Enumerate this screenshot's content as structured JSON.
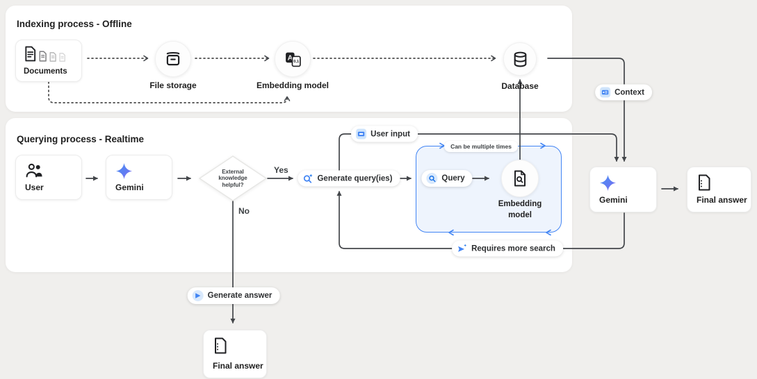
{
  "colors": {
    "background": "#f0efed",
    "panel": "#ffffff",
    "accent_blue": "#4285f4",
    "accent_blue_dark": "#1a73e8",
    "line_dark": "#43464a",
    "loop_box_fill": "#eef4fd",
    "chip_blue": "#cfe4fb"
  },
  "icons": {
    "documents_icon": "stacked-documents",
    "file_storage_icon": "storage-bin",
    "embedding_model_icon": "translate-a-document",
    "database_icon": "db-cylinder",
    "user_icon": "two-people",
    "gemini_icon": "four-point-star-gradient",
    "doc_search_icon": "document-with-magnifier",
    "final_answer_icon": "document-notes",
    "query_icon": "magnifier",
    "generate_queries_icon": "magnifier-sparkle",
    "user_input_icon": "input-field",
    "context_icon": "context-card",
    "requires_more_search_icon": "send-sparkle",
    "generate_answer_icon": "play-triangle"
  },
  "indexing": {
    "title": "Indexing process - Offline",
    "documents": {
      "label": "Documents"
    },
    "file_storage": {
      "label": "File storage"
    },
    "embedding_model": {
      "label": "Embedding model"
    },
    "database": {
      "label": "Database"
    }
  },
  "querying": {
    "title": "Querying process - Realtime",
    "user": {
      "label": "User"
    },
    "gemini": {
      "label": "Gemini"
    },
    "decision": {
      "lines": [
        "External",
        "knowledge",
        "helpful?"
      ],
      "yes": "Yes",
      "no": "No"
    },
    "generate_queries": {
      "label": "Generate query(ies)"
    },
    "user_input": {
      "label": "User input"
    },
    "loop_box": {
      "note": "Can be multiple times",
      "query": {
        "label": "Query"
      },
      "embedding_model": {
        "label": "Embedding model"
      }
    },
    "requires_more_search": {
      "label": "Requires more search"
    },
    "context": {
      "label": "Context"
    }
  },
  "generation": {
    "gemini": {
      "label": "Gemini"
    },
    "final_answer": {
      "label": "Final answer"
    }
  },
  "no_branch": {
    "generate_answer": {
      "label": "Generate answer"
    },
    "final_answer": {
      "label": "Final answer"
    }
  }
}
